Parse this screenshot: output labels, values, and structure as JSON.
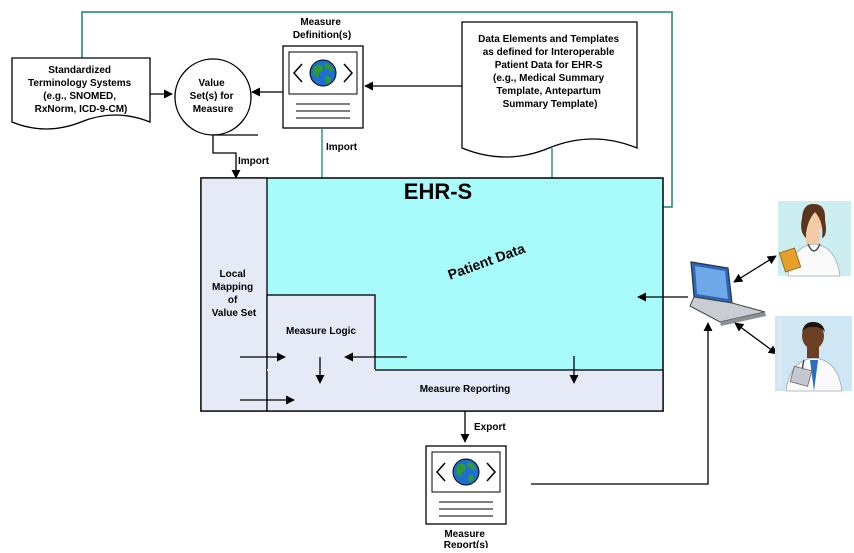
{
  "title": "EHR-S",
  "terminology": {
    "lines": [
      "Standardized",
      "Terminology Systems",
      "(e.g., SNOMED,",
      "RxNorm, ICD-9-CM)"
    ]
  },
  "value_set": {
    "lines": [
      "Value",
      "Set(s) for",
      "Measure"
    ]
  },
  "measure_definition": {
    "lines": [
      "Measure",
      "Definition(s)"
    ]
  },
  "data_elements": {
    "lines": [
      "Data Elements and Templates",
      "as defined for Interoperable",
      "Patient Data for EHR-S",
      "(e.g., Medical Summary",
      "Template, Antepartum",
      "Summary Template)"
    ]
  },
  "import_left": "Import",
  "import_right": "Import",
  "local_mapping": {
    "lines": [
      "Local",
      "Mapping",
      "of",
      "Value Set"
    ]
  },
  "patient_data": "Patient Data",
  "measure_logic": "Measure Logic",
  "measure_reporting": "Measure Reporting",
  "export": "Export",
  "measure_report": {
    "lines": [
      "Measure",
      "Report(s)"
    ]
  },
  "colors": {
    "ehr_fill": "#a8fbfb",
    "panel_fill": "#e6eaf6",
    "arrow_teal": "#1e7f73",
    "line": "#000000"
  },
  "icons": [
    "globe-document-icon",
    "laptop-icon",
    "female-doctor-icon",
    "male-doctor-icon"
  ]
}
